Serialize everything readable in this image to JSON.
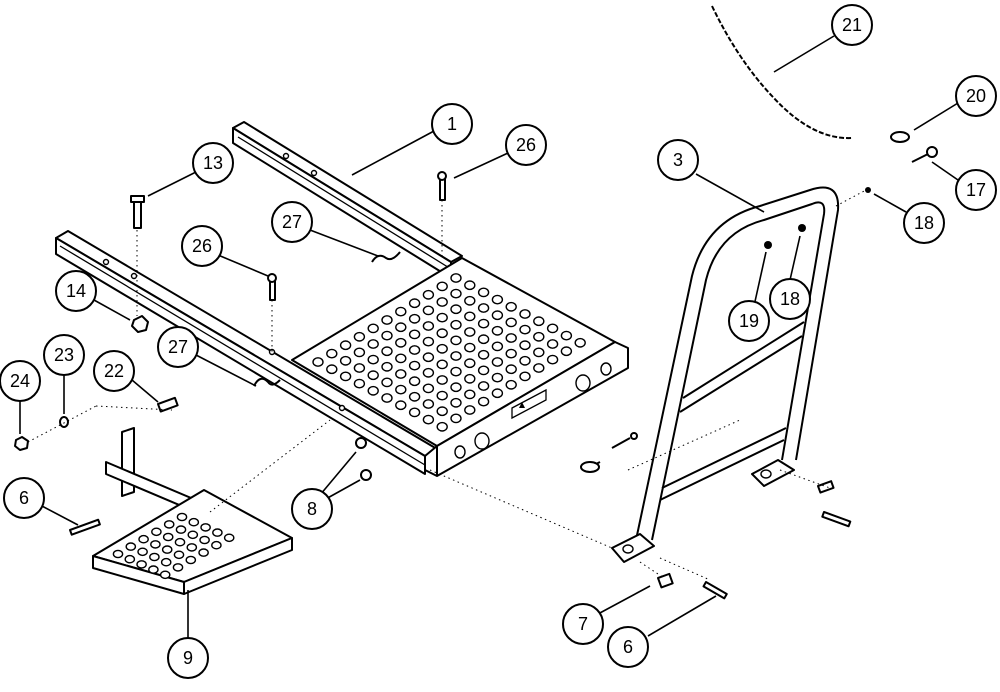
{
  "callouts": [
    {
      "num": "1"
    },
    {
      "num": "26"
    },
    {
      "num": "13"
    },
    {
      "num": "27"
    },
    {
      "num": "26"
    },
    {
      "num": "14"
    },
    {
      "num": "27"
    },
    {
      "num": "23"
    },
    {
      "num": "22"
    },
    {
      "num": "24"
    },
    {
      "num": "6"
    },
    {
      "num": "8"
    },
    {
      "num": "9"
    },
    {
      "num": "3"
    },
    {
      "num": "21"
    },
    {
      "num": "20"
    },
    {
      "num": "17"
    },
    {
      "num": "18"
    },
    {
      "num": "19"
    },
    {
      "num": "18"
    },
    {
      "num": "7"
    },
    {
      "num": "6"
    }
  ]
}
